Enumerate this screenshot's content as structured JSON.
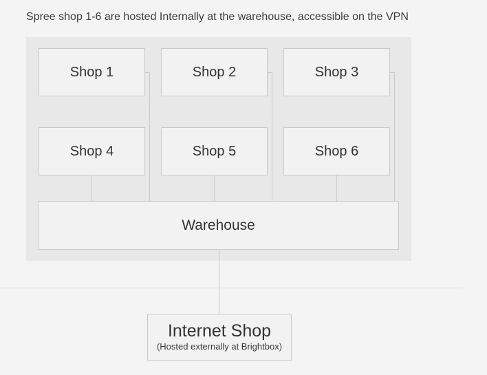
{
  "caption": "Spree shop 1-6 are hosted Internally at the warehouse, accessible on the VPN",
  "diagram": {
    "vpn_group": {
      "shops": [
        {
          "label": "Shop 1"
        },
        {
          "label": "Shop 2"
        },
        {
          "label": "Shop 3"
        },
        {
          "label": "Shop 4"
        },
        {
          "label": "Shop 5"
        },
        {
          "label": "Shop 6"
        }
      ],
      "warehouse": {
        "label": "Warehouse"
      }
    },
    "internet_shop": {
      "label": "Internet Shop",
      "sublabel": "(Hosted externally at Brightbox)"
    }
  },
  "colors": {
    "page_background": "#f4f4f4",
    "vpn_group_fill": "#e8e8e8",
    "node_fill": "#f2f2f2",
    "node_border": "#c9c9c9",
    "connector": "#c9c9c9",
    "divider": "#e0e0e0",
    "text": "#3c3c3c"
  }
}
